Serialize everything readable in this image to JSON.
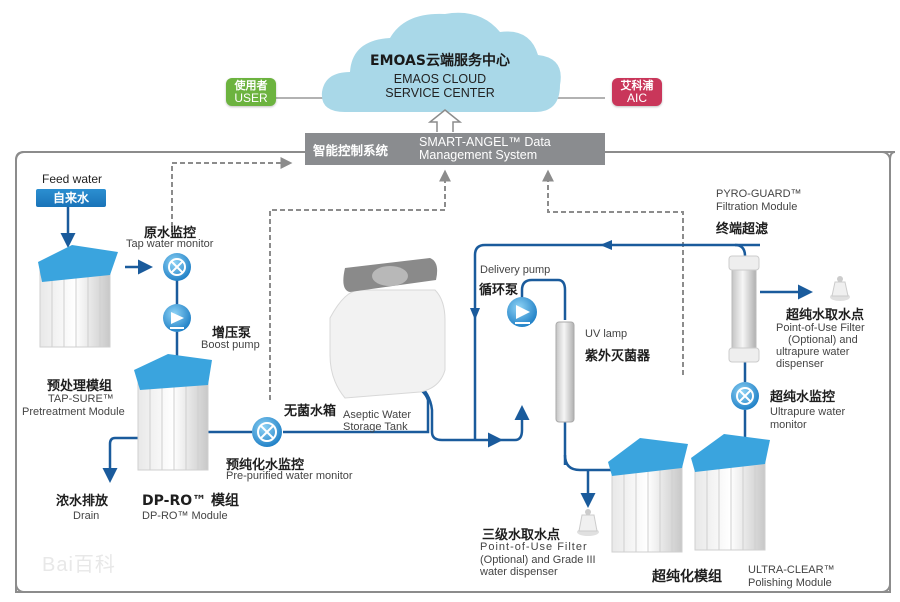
{
  "cloud": {
    "title_cn": "EMOAS云端服务中心",
    "title_en_line1": "EMAOS CLOUD",
    "title_en_line2": "SERVICE CENTER"
  },
  "user_badge": {
    "cn": "使用者",
    "en": "USER",
    "color": "#6cb33f"
  },
  "aic_badge": {
    "cn": "艾科浦",
    "en": "AIC",
    "color": "#c9365a"
  },
  "system_bar": {
    "cn": "智能控制系统",
    "en_line1": "SMART-ANGEL™ Data",
    "en_line2": "Management System"
  },
  "feed": {
    "en": "Feed water",
    "cn": "自来水"
  },
  "nodes": {
    "tap_monitor": {
      "cn": "原水监控",
      "en": "Tap water monitor"
    },
    "boost_pump": {
      "cn": "增压泵",
      "en": "Boost pump"
    },
    "pretreatment": {
      "cn": "预处理模组",
      "en_line1": "TAP-SURE™",
      "en_line2": "Pretreatment Module"
    },
    "drain": {
      "cn": "浓水排放",
      "en": "Drain"
    },
    "dpro": {
      "cn": "DP-RO™ 模组",
      "en": "DP-RO™ Module"
    },
    "prepurified_monitor": {
      "cn": "预纯化水监控",
      "en": "Pre-purified water monitor"
    },
    "tank": {
      "cn": "无菌水箱",
      "en_line1": "Aseptic Water",
      "en_line2": "Storage Tank"
    },
    "delivery_pump": {
      "en": "Delivery pump",
      "cn": "循环泵"
    },
    "uv_lamp": {
      "en": "UV lamp",
      "cn": "紫外灭菌器"
    },
    "pyro_guard": {
      "en_line1": "PYRO-GUARD™",
      "en_line2": "Filtration Module",
      "cn": "终端超滤"
    },
    "ultrapure_point": {
      "cn": "超纯水取水点",
      "en_line1": "Point-of-Use Filter",
      "en_line2": "(Optional) and",
      "en_line3": "ultrapure water",
      "en_line4": "dispenser"
    },
    "ultrapure_monitor": {
      "cn": "超纯水监控",
      "en_line1": "Ultrapure water",
      "en_line2": "monitor"
    },
    "grade3_point": {
      "cn": "三级水取水点",
      "en_line1": "Point-of-Use Filter",
      "en_line2": "(Optional) and Grade III",
      "en_line3": "water dispenser"
    },
    "polishing": {
      "cn": "超纯化模组",
      "en_line1": "ULTRA-CLEAR™",
      "en_line2": "Polishing Module"
    }
  },
  "watermark": {
    "text": "Bai百科"
  },
  "colors": {
    "pipe": "#1a5b9c",
    "cloud": "#a9d8e8",
    "dashed": "#8c8c8c",
    "frame": "#8c8c8c",
    "module_top": "#3aa4de"
  }
}
